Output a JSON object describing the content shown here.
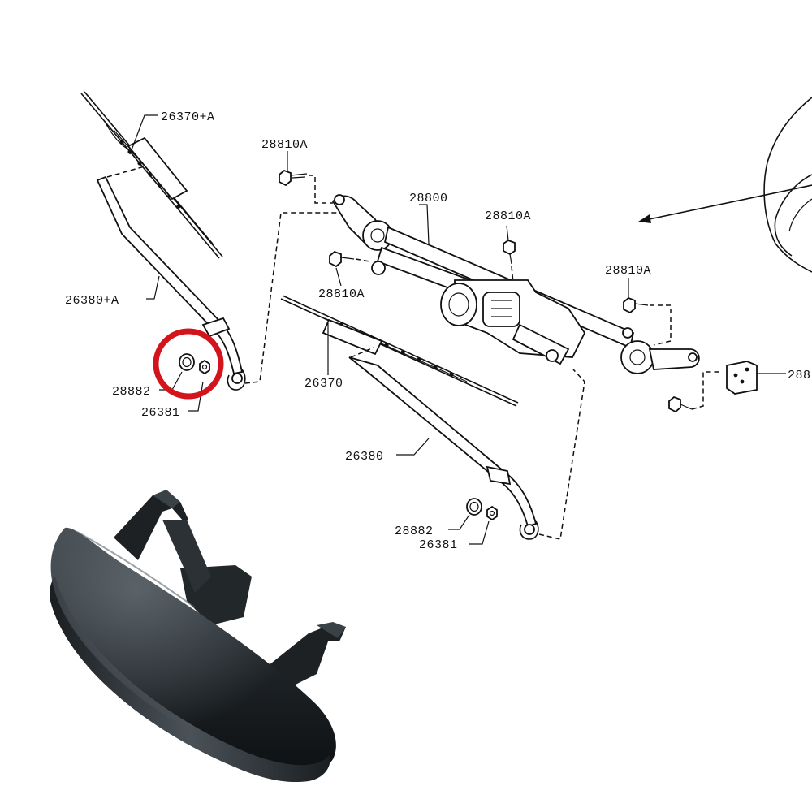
{
  "labels": {
    "blade_left": "26370+A",
    "arm_left": "26380+A",
    "cap_left": "28882",
    "nut_left": "26381",
    "bolt_1": "28810A",
    "bolt_2": "28810A",
    "bolt_3": "28810A",
    "bolt_4": "28810A",
    "linkage": "28800",
    "blade_right": "26370",
    "arm_right": "26380",
    "cap_right": "28882",
    "nut_right": "26381",
    "bracket": "288"
  },
  "highlight_color": "#d4141c",
  "cap_color": "#23282c"
}
